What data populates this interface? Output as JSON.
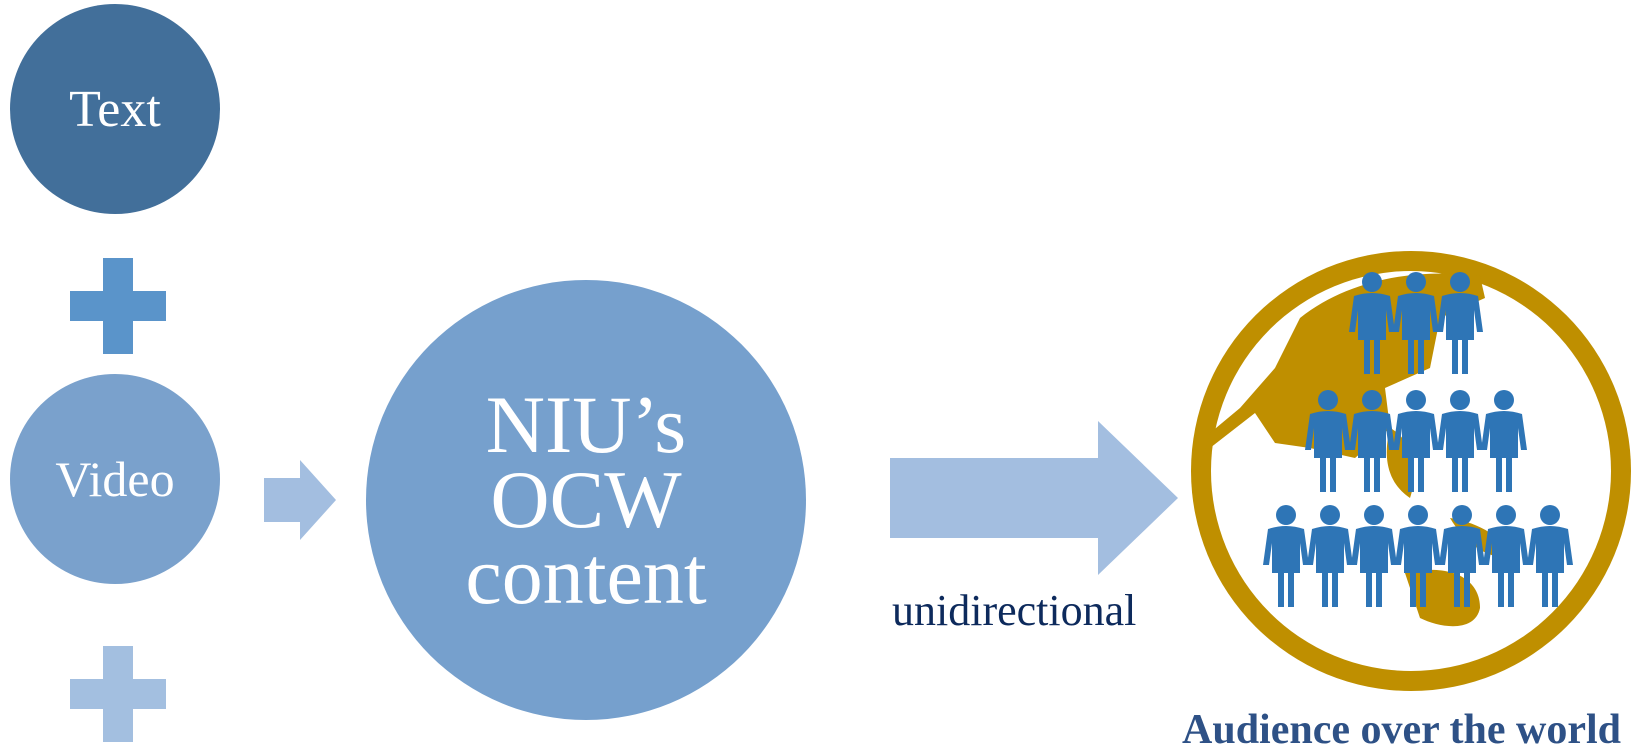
{
  "nodes": {
    "text": "Text",
    "video": "Video",
    "content_lines": [
      "NIU’s",
      "OCW",
      "content"
    ]
  },
  "labels": {
    "direction": "unidirectional",
    "audience": "Audience over the world"
  },
  "icons": {
    "plus_top": "plus-icon",
    "plus_bottom": "plus-icon",
    "small_arrow": "arrow-right-icon",
    "big_arrow": "arrow-right-icon",
    "audience": "globe-with-people-icon"
  },
  "colors": {
    "text_node": "#426f9a",
    "video_node": "#7aa1cc",
    "content_node": "#76a0cd",
    "plus_top": "#5a94ca",
    "plus_bottom": "#a3bfe0",
    "arrows": "#a3bee0",
    "globe": "#bf8f00",
    "people": "#2e75b6"
  }
}
